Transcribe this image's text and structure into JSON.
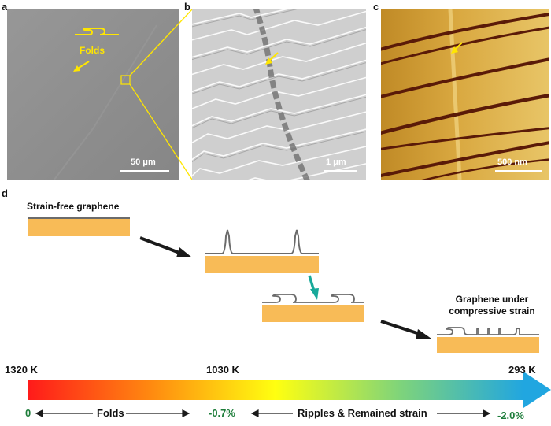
{
  "panel_labels": {
    "a": "a",
    "b": "b",
    "c": "c",
    "d": "d"
  },
  "panel_a": {
    "annotation": "Folds",
    "scalebar": "50 μm"
  },
  "panel_b": {
    "scalebar": "1 μm"
  },
  "panel_c": {
    "scalebar": "500 nm"
  },
  "panel_d": {
    "stage1_label": "Strain-free graphene",
    "stage4_label_line1": "Graphene under",
    "stage4_label_line2": "compressive strain",
    "temperatures": [
      "1320 K",
      "1030 K",
      "293 K"
    ],
    "strain_values": [
      "0",
      "-0.7%",
      "-2.0%"
    ],
    "range_labels": [
      "Folds",
      "Ripples & Remained strain"
    ]
  },
  "colors": {
    "annotation_yellow": "#ffe600",
    "substrate": "#f8bb57",
    "graphene": "#6b6b6b",
    "arrow_black": "#1a1a1a",
    "arrow_teal": "#18a99a",
    "strain_green": "#1d7d3a",
    "gradient": [
      "#ff1a1a",
      "#ff9a10",
      "#ffff10",
      "#7fd47a",
      "#21a6e0"
    ]
  }
}
